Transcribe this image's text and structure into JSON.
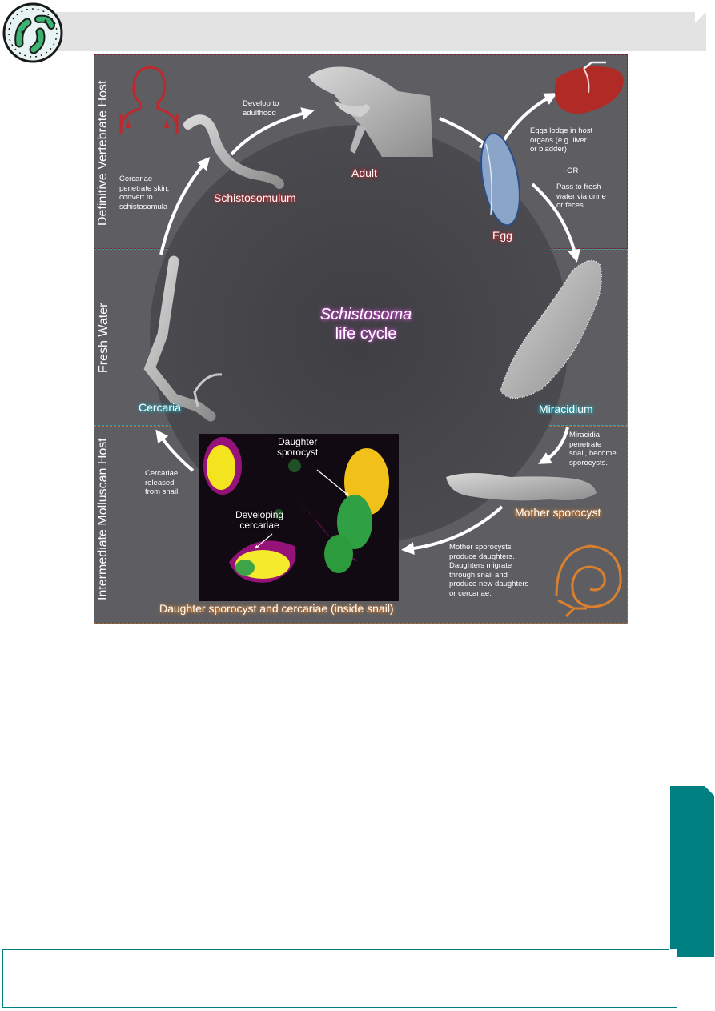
{
  "figure": {
    "title_italic": "Schistosoma",
    "title_rest": "life cycle",
    "bands": {
      "top": "Definitive Vertebrate Host",
      "middle": "Fresh Water",
      "bottom": "Intermediate Molluscan Host"
    },
    "stages": {
      "adult": "Adult",
      "egg": "Egg",
      "miracidium": "Miracidium",
      "mother_sporocyst": "Mother sporocyst",
      "daughter": "Daughter sporocyst and cercariae (inside snail)",
      "cercaria": "Cercaria",
      "schistosomulum": "Schistosomulum"
    },
    "notes": {
      "develop": "Develop to\nadulthood",
      "eggs_lodge": "Eggs lodge in host\norgans (e.g. liver\nor bladder)",
      "or": "-OR-",
      "pass_water": "Pass to fresh\nwater via urine\nor feces",
      "miracidia_penetrate": "Miracidia\npenetrate\nsnail, become\nsporocysts.",
      "mother_produce": "Mother sporocysts\nproduce daughters.\nDaughters migrate\nthrough snail and\nproduce new daughters\nor cercariae.",
      "cercariae_released": "Cercariae\nreleased\nfrom snail",
      "cercariae_penetrate": "Cercariae\npenetrate skin,\nconvert to\nschistosomula"
    },
    "micro_labels": {
      "daughter": "Daughter\nsporocyst",
      "developing": "Developing\ncercariae"
    },
    "icons": [
      "bacteria-icon",
      "human-silhouette-icon",
      "liver-icon",
      "snail-icon"
    ],
    "colors": {
      "host_red": "#c0282e",
      "water_cyan": "#21b5c8",
      "mollusc_orange": "#d8802f",
      "title_glow": "#d24fd6",
      "teal": "#008080"
    }
  }
}
